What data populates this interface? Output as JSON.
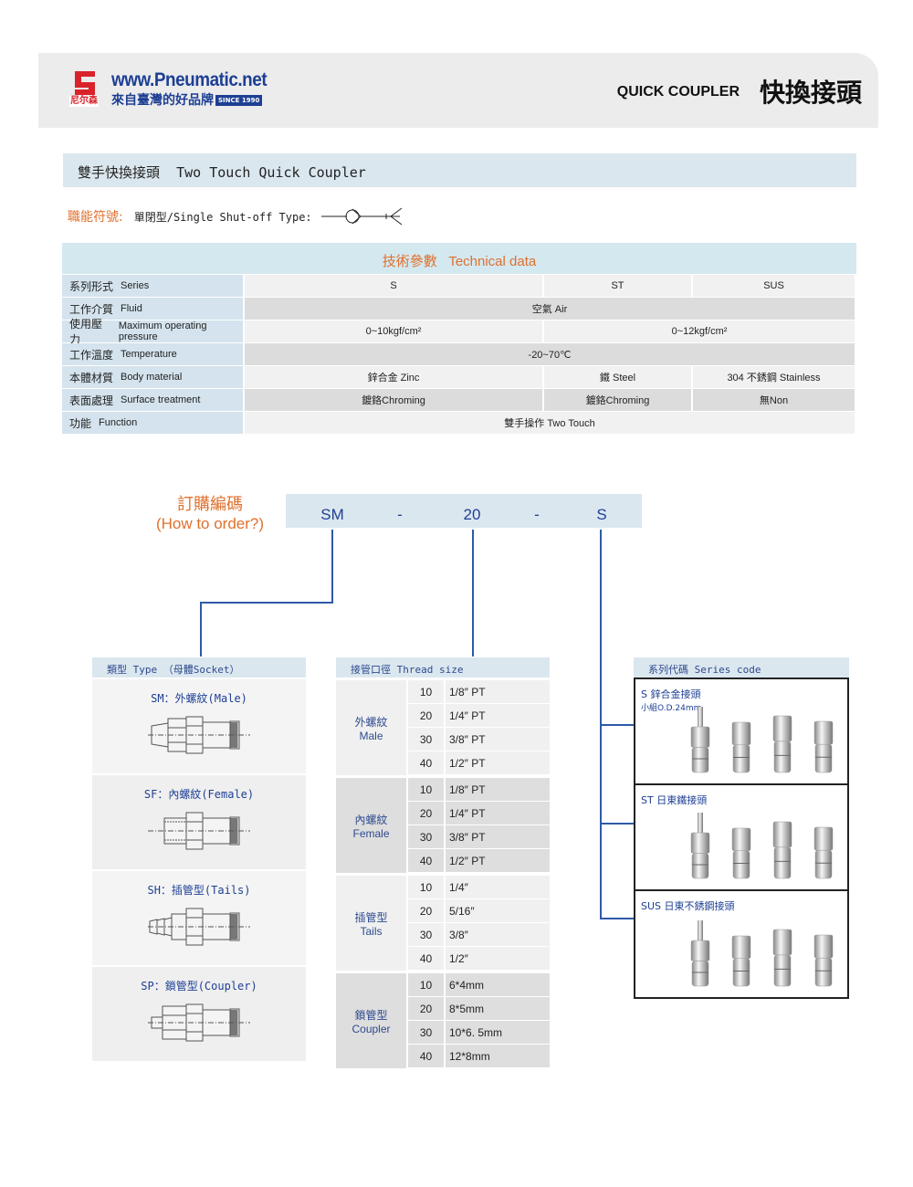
{
  "header": {
    "logo_url": "www.Pneumatic.net",
    "logo_slogan": "來自臺灣的好品牌",
    "logo_since": "SINCE 1990",
    "logo_brand": "尼尔森",
    "title_en": "QUICK COUPLER",
    "title_zh": "快換接頭"
  },
  "product": {
    "title_zh": "雙手快換接頭",
    "title_en": "Two Touch Quick Coupler",
    "symbol_label": "職能符號:",
    "symbol_type": "單閉型/Single Shut-off Type:"
  },
  "tech": {
    "heading_zh": "技術參數",
    "heading_en": "Technical data",
    "rows": [
      {
        "zh": "系列形式",
        "en": "Series",
        "values": [
          "S",
          "ST",
          "SUS"
        ]
      },
      {
        "zh": "工作介質",
        "en": "Fluid",
        "values": [
          "空氣 Air"
        ]
      },
      {
        "zh": "使用壓力",
        "en": "Maximum operating pressure",
        "values": [
          "0~10kgf/cm²",
          "0~12kgf/cm²"
        ]
      },
      {
        "zh": "工作溫度",
        "en": "Temperature",
        "values": [
          "-20~70℃"
        ]
      },
      {
        "zh": "本體材質",
        "en": "Body material",
        "values": [
          "鋅合金 Zinc",
          "鐵 Steel",
          "304 不銹鋼  Stainless"
        ]
      },
      {
        "zh": "表面處理",
        "en": "Surface treatment",
        "values": [
          "鍍鉻Chroming",
          "鍍鉻Chroming",
          "無Non"
        ]
      },
      {
        "zh": "功能",
        "en": "Function",
        "values": [
          "雙手操作  Two Touch"
        ]
      }
    ]
  },
  "order": {
    "label_zh": "訂購編碼",
    "label_en": "(How to order?)",
    "code": [
      "SM",
      "-",
      "20",
      "-",
      "S"
    ]
  },
  "types": {
    "heading": "類型 Type （母體Socket）",
    "items": [
      {
        "name": "SM：外螺紋(Male)"
      },
      {
        "name": "SF：內螺紋(Female)"
      },
      {
        "name": "SH：插管型(Tails)"
      },
      {
        "name": "SP：鎖管型(Coupler)"
      }
    ]
  },
  "threads": {
    "heading": "接管口徑 Thread size",
    "groups": [
      {
        "zh": "外螺紋",
        "en": "Male",
        "rows": [
          [
            "10",
            "1/8″  PT"
          ],
          [
            "20",
            "1/4″  PT"
          ],
          [
            "30",
            "3/8″  PT"
          ],
          [
            "40",
            "1/2″  PT"
          ]
        ]
      },
      {
        "zh": "內螺紋",
        "en": "Female",
        "rows": [
          [
            "10",
            "1/8″  PT"
          ],
          [
            "20",
            "1/4″  PT"
          ],
          [
            "30",
            "3/8″  PT"
          ],
          [
            "40",
            "1/2″  PT"
          ]
        ]
      },
      {
        "zh": "插管型",
        "en": "Tails",
        "rows": [
          [
            "10",
            "1/4″"
          ],
          [
            "20",
            "5/16″"
          ],
          [
            "30",
            "3/8″"
          ],
          [
            "40",
            "1/2″"
          ]
        ]
      },
      {
        "zh": "鎖管型",
        "en": "Coupler",
        "rows": [
          [
            "10",
            "6*4mm"
          ],
          [
            "20",
            "8*5mm"
          ],
          [
            "30",
            "10*6. 5mm"
          ],
          [
            "40",
            "12*8mm"
          ]
        ]
      }
    ]
  },
  "series": {
    "heading": "系列代碼 Series code",
    "items": [
      {
        "name": "S 鋅合金接頭",
        "sub": "小組O.D.24mm"
      },
      {
        "name": "ST 日東鐵接頭"
      },
      {
        "name": "SUS 日東不銹鋼接頭"
      }
    ]
  },
  "colors": {
    "accent": "#e0702c",
    "blue": "#1d3f94",
    "panel": "#dbe7ef"
  }
}
